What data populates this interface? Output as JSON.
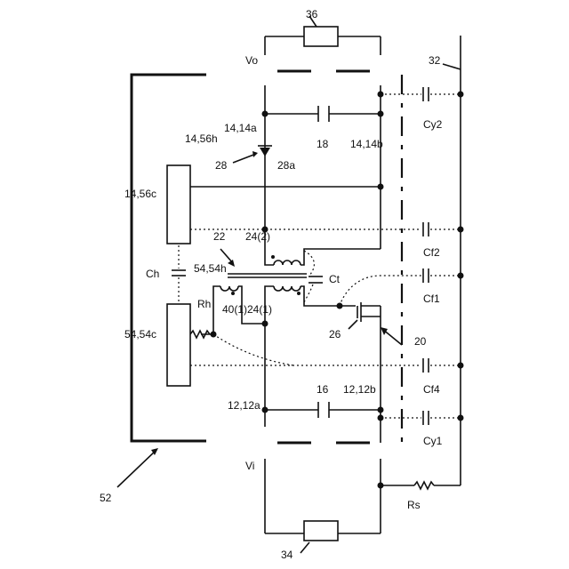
{
  "figure": {
    "labels": {
      "n36": "36",
      "vo": "Vo",
      "n32": "32",
      "cy2": "Cy2",
      "n14_14a": "14,14a",
      "n18": "18",
      "n14_14b": "14,14b",
      "n28": "28",
      "n28a": "28a",
      "n14_56h": "14,56h",
      "n14_56c": "14,56c",
      "n22": "22",
      "n24_2": "24(2)",
      "cf2": "Cf2",
      "ch": "Ch",
      "n54_54h": "54,54h",
      "ct": "Ct",
      "cf1": "Cf1",
      "rh": "Rh",
      "n40_1": "40(1)",
      "n24_1": "24(1)",
      "n54_54c": "54,54c",
      "n26": "26",
      "n20": "20",
      "cf4": "Cf4",
      "n12_12a": "12,12a",
      "n16": "16",
      "n12_12b": "12,12b",
      "cy1": "Cy1",
      "n52": "52",
      "vi": "Vi",
      "rs": "Rs",
      "n34": "34"
    }
  }
}
